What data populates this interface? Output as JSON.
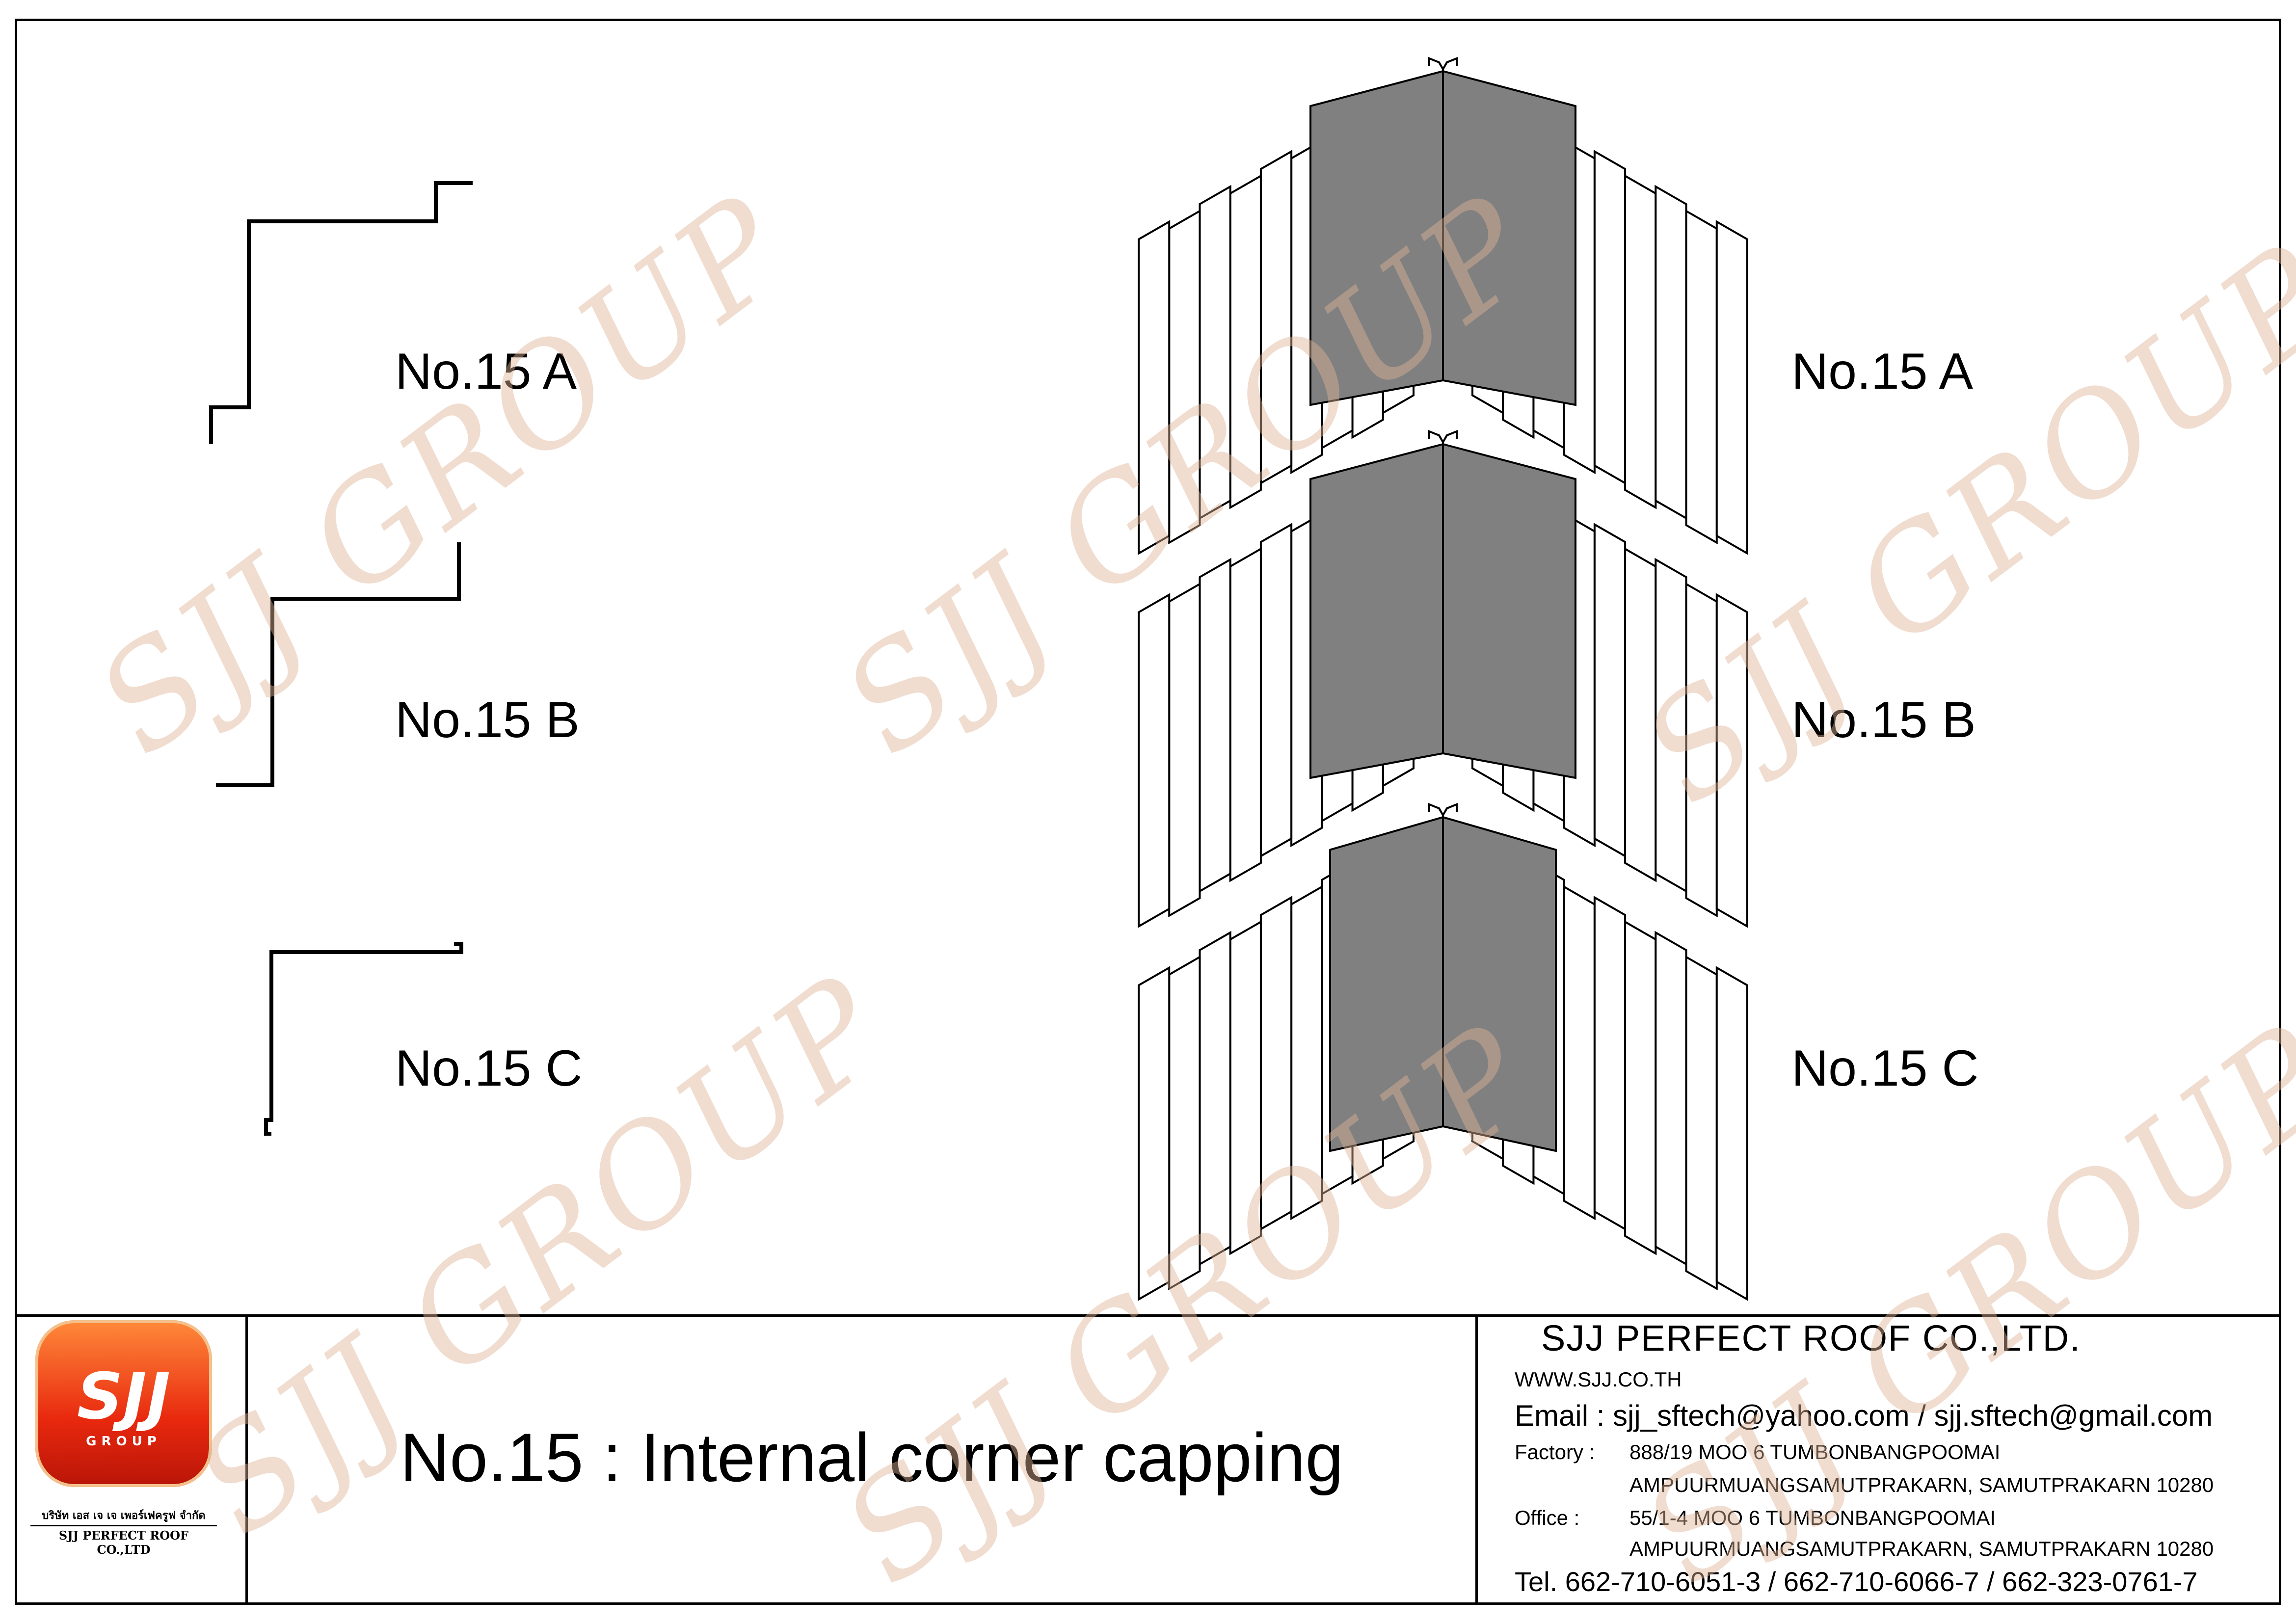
{
  "diagram": {
    "profiles": [
      {
        "label": "No.15 A"
      },
      {
        "label": "No.15 B"
      },
      {
        "label": "No.15 C"
      }
    ],
    "views": [
      {
        "label": "No.15 A"
      },
      {
        "label": "No.15 B"
      },
      {
        "label": "No.15 C"
      }
    ],
    "watermark_text": "SJJ GROUP",
    "colors": {
      "capping_fill": "#808080",
      "sheet_fill": "#ffffff",
      "watermark": "#deb496",
      "logo_accent": "#e8280e"
    }
  },
  "title_block": {
    "drawing_title": "No.15 : Internal corner capping",
    "logo": {
      "letters": "SJJ",
      "group": "GROUP",
      "thai_name": "บริษัท เอส เจ เจ เพอร์เฟครูฟ จำกัด",
      "eng_name": "SJJ PERFECT ROOF CO.,LTD"
    },
    "company": "SJJ PERFECT ROOF CO.,LTD.",
    "website": "WWW.SJJ.CO.TH",
    "email": "Email : sjj_sftech@yahoo.com / sjj.sftech@gmail.com",
    "factory_label": "Factory :",
    "factory_line1": "888/19 MOO 6 TUMBONBANGPOOMAI",
    "factory_line2": "AMPUURMUANGSAMUTPRAKARN, SAMUTPRAKARN 10280",
    "office_label": "Office   :",
    "office_line1": "55/1-4 MOO 6 TUMBONBANGPOOMAI",
    "office_line2": "AMPUURMUANGSAMUTPRAKARN, SAMUTPRAKARN 10280",
    "tel": "Tel. 662-710-6051-3 / 662-710-6066-7 / 662-323-0761-7"
  }
}
